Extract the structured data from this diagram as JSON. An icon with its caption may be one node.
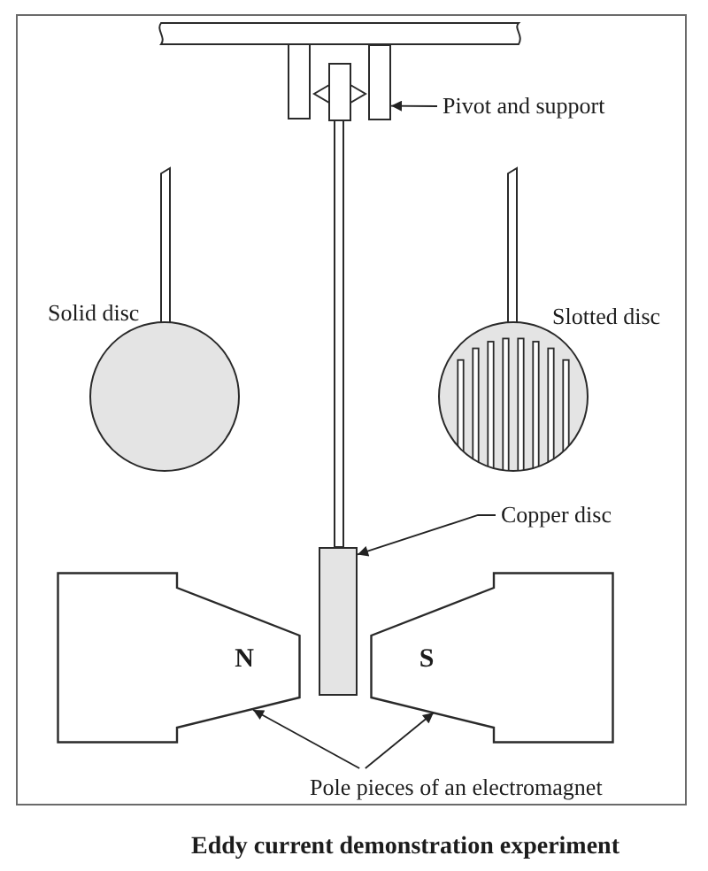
{
  "diagram": {
    "caption": "Eddy current demonstration experiment",
    "nodes": [
      {
        "text": [
          "Pivot and support"
        ]
      },
      {
        "text": [],
        "shape": "box"
      },
      {
        "text": [
          "Copper disc"
        ]
      },
      {
        "text": [],
        "shape": "box"
      },
      {
        "text": [
          "N"
        ]
      },
      {
        "text": [
          "S"
        ]
      },
      {
        "text": [
          "Pole pieces of an electromagnet"
        ]
      }
    ],
    "edges": [
      {
        "from": 0,
        "to": 1,
        "arrow": "to"
      },
      {
        "from": 2,
        "to": 3,
        "arrow": "to"
      },
      {
        "from": 6,
        "to": 4,
        "arrow": "to"
      },
      {
        "from": 6,
        "to": 5,
        "arrow": "to"
      }
    ],
    "labels": [
      "Solid disc",
      "Slotted disc"
    ]
  }
}
